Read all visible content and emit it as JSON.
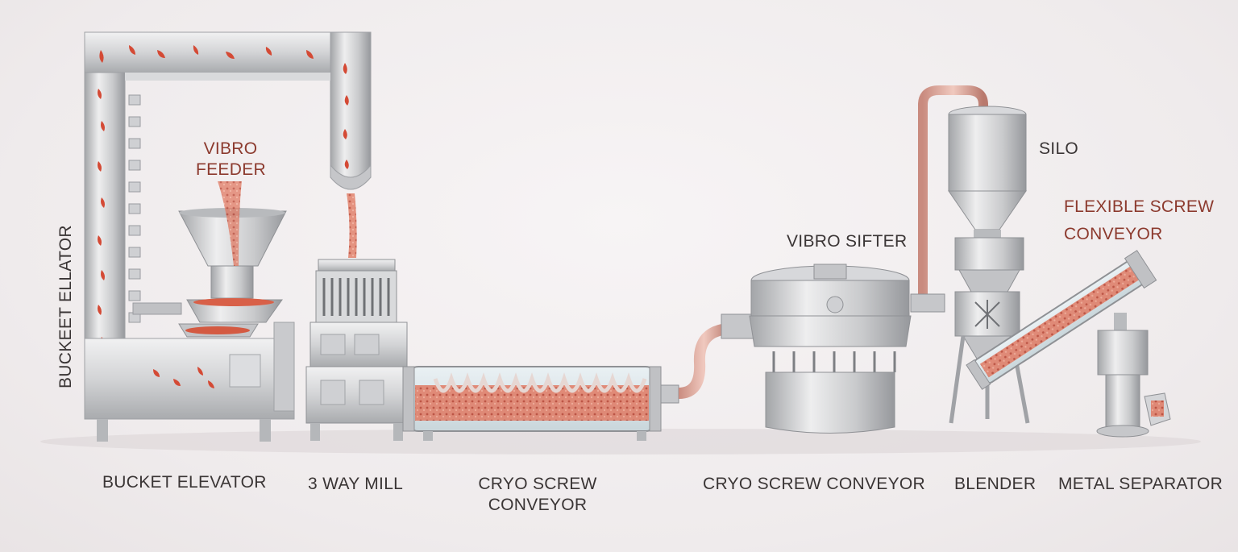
{
  "labels": {
    "vibro_feeder_line1": "VIBRO",
    "vibro_feeder_line2": "FEEDER",
    "bucket_elevator_vertical": "BUCKEET ELLATOR",
    "bucket_elevator": "BUCKET ELEVATOR",
    "three_way_mill": "3 WAY MILL",
    "cryo_screw_line1": "CRYO SCREW",
    "cryo_screw_line2": "CONVEYOR",
    "vibro_sifter": "VIBRO SIFTER",
    "silo": "SILO",
    "flexible_screw_line1": "FLEXIBLE SCREW",
    "flexible_screw_line2": "CONVEYOR",
    "cryo_screw_conveyor": "CRYO SCREW CONVEYOR",
    "blender": "BLENDER",
    "metal_separator": "METAL SEPARATOR"
  },
  "colors": {
    "steel_light": "#e4e4e6",
    "steel_mid": "#bfc0c3",
    "steel_dark": "#8e9094",
    "product_red": "#d2553f",
    "label_dark": "#3a3535",
    "label_red": "#8c3a2e"
  }
}
